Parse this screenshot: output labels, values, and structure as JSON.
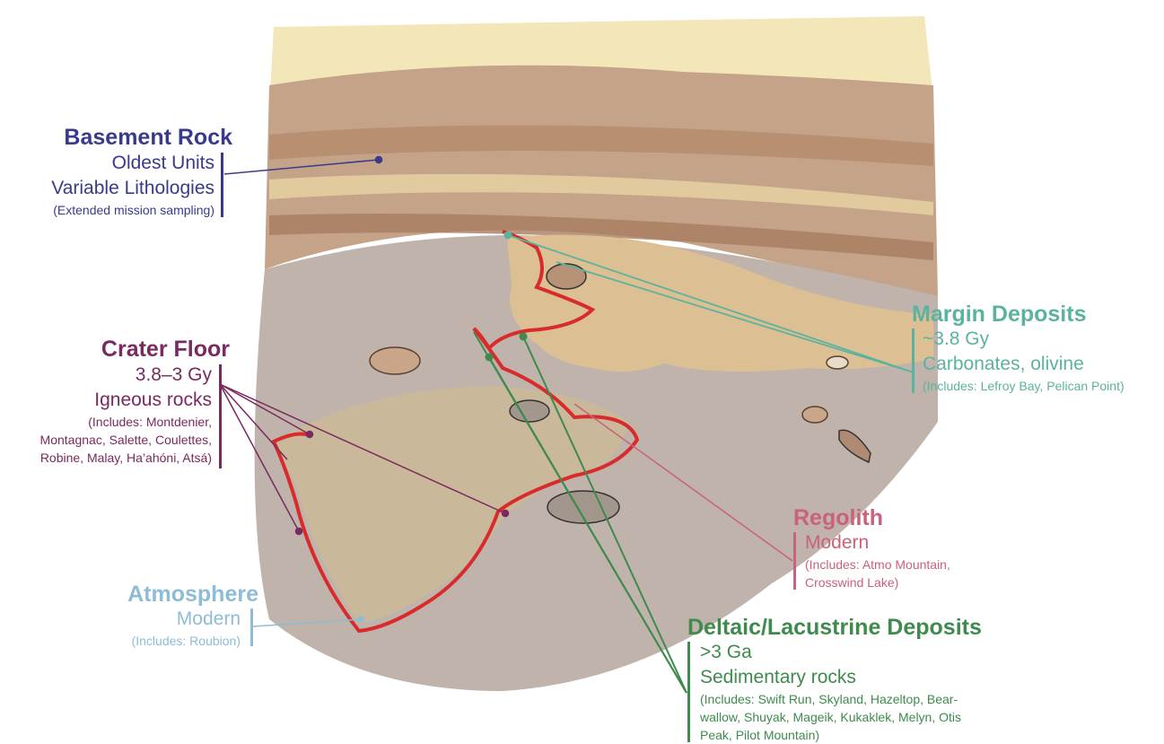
{
  "colors": {
    "basement": "#3a3a8c",
    "crater": "#7a2a5e",
    "atmosphere": "#8dbcd6",
    "margin": "#5bb39e",
    "regolith": "#c9627a",
    "deltaic": "#3f8a4d",
    "outline": "#d92b2b"
  },
  "labels": {
    "basement": {
      "title": "Basement Rock",
      "line1": "Oldest Units",
      "line2": "Variable Lithologies",
      "note": "(Extended mission sampling)"
    },
    "crater": {
      "title": "Crater Floor",
      "line1": "3.8–3 Gy",
      "line2": "Igneous rocks",
      "note1": "(Includes: Montdenier,",
      "note2": "Montagnac, Salette, Coulettes,",
      "note3": "Robine, Malay, Ha’ahóni, Atsá)"
    },
    "atmosphere": {
      "title": "Atmosphere",
      "line1": "Modern",
      "note": "(Includes: Roubion)"
    },
    "margin": {
      "title": "Margin Deposits",
      "line1": "~3.8 Gy",
      "line2": "Carbonates, olivine",
      "note": "(Includes: Lefroy Bay, Pelican Point)"
    },
    "regolith": {
      "title": "Regolith",
      "line1": "Modern",
      "note1": "(Includes: Atmo Mountain,",
      "note2": "Crosswind Lake)"
    },
    "deltaic": {
      "title": "Deltaic/Lacustrine Deposits",
      "line1": ">3 Ga",
      "line2": "Sedimentary rocks",
      "note1": "(Includes: Swift Run, Skyland, Hazeltop, Bear-",
      "note2": "wallow, Shuyak, Mageik, Kukaklek, Melyn, Otis",
      "note3": "Peak, Pilot Mountain)"
    }
  }
}
